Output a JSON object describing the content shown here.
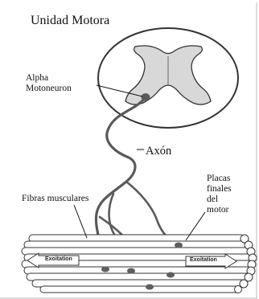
{
  "title": "Unidad Motora",
  "labels": {
    "alpha_line1": "Alpha",
    "alpha_line2": "Motoneuron",
    "axon": "Axón",
    "muscle_fibers": "Fibras musculares",
    "endplates_line1": "Placas",
    "endplates_line2": "finales",
    "endplates_line3": "del",
    "endplates_line4": "motor"
  },
  "arrows": {
    "left": "Exoitation",
    "right": "Exoitation"
  },
  "colors": {
    "gray_matter": "#d8d8d8",
    "line": "#222222",
    "nerve": "#5a5a5a",
    "endplate": "#5e5e5e"
  }
}
